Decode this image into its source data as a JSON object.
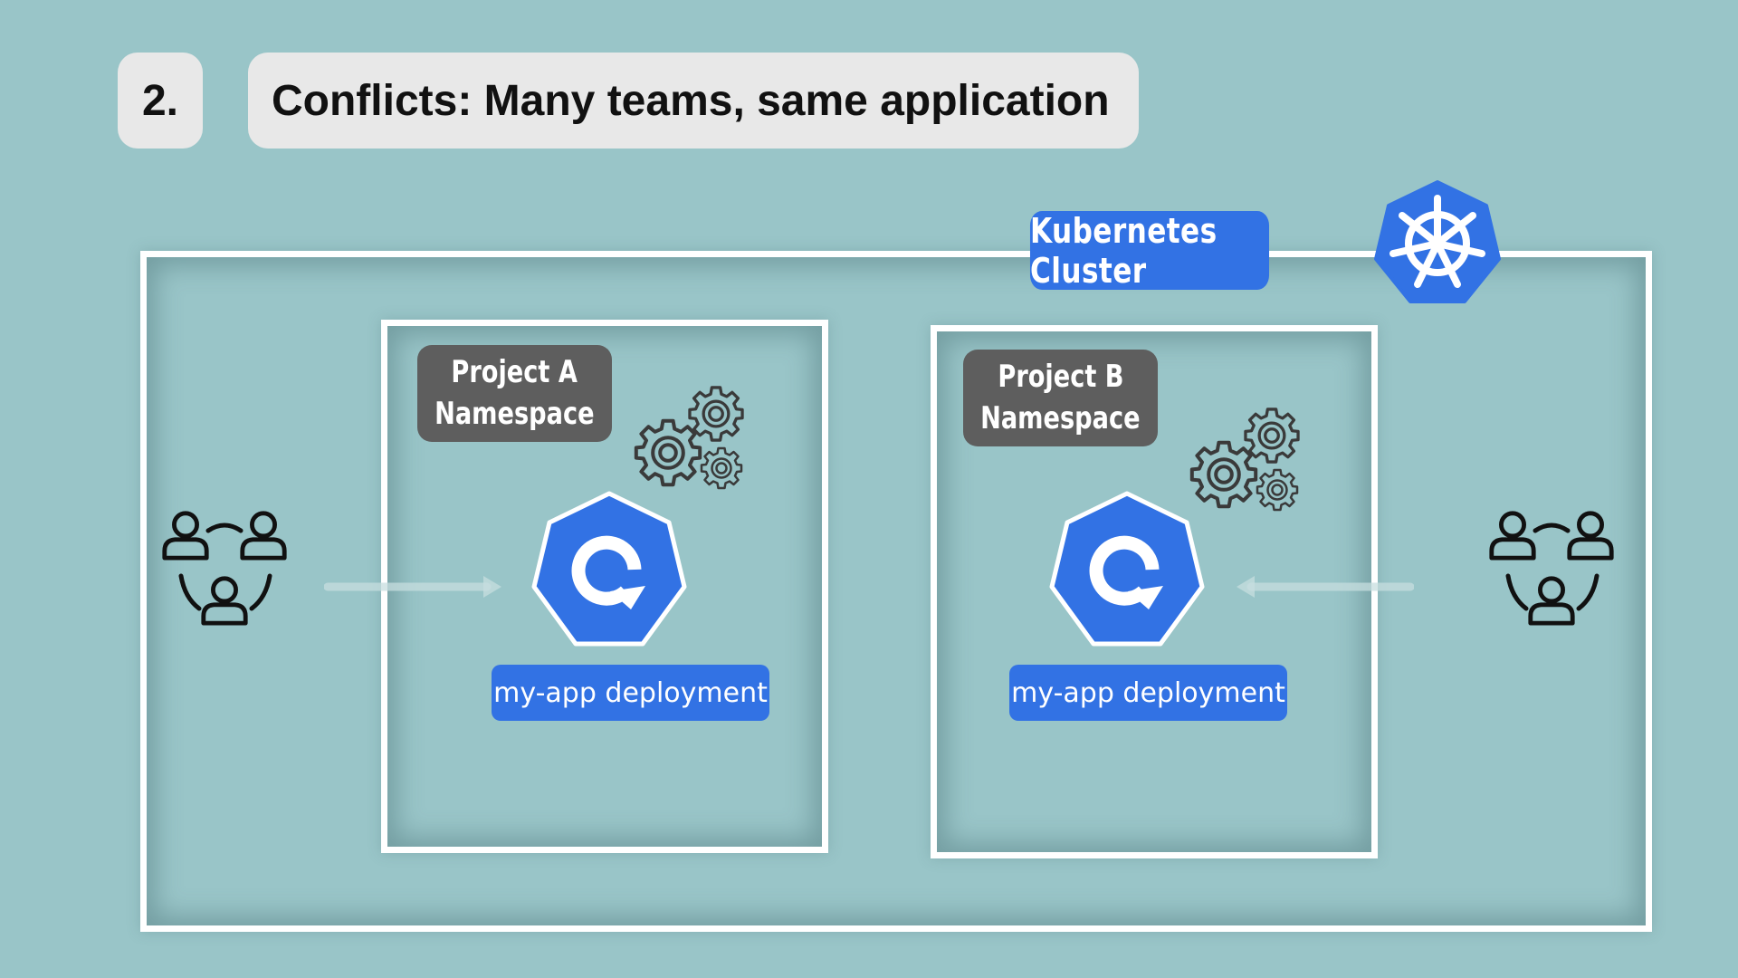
{
  "header": {
    "step_number": "2.",
    "title": "Conflicts: Many teams, same application"
  },
  "cluster": {
    "label": "Kubernetes Cluster",
    "icon": "kubernetes-helm-icon"
  },
  "namespaces": [
    {
      "label_line1": "Project A",
      "label_line2": "Namespace",
      "deployment_label": "my-app deployment",
      "icons": [
        "gears-icon",
        "deployment-icon"
      ]
    },
    {
      "label_line1": "Project B",
      "label_line2": "Namespace",
      "deployment_label": "my-app deployment",
      "icons": [
        "gears-icon",
        "deployment-icon"
      ]
    }
  ],
  "teams": [
    {
      "icon": "team-icon"
    },
    {
      "icon": "team-icon"
    }
  ],
  "colors": {
    "background": "#99c5c8",
    "accent_blue": "#3272e4",
    "namespace_label_gray": "#5e5e5e",
    "frame_white": "#ffffff"
  }
}
